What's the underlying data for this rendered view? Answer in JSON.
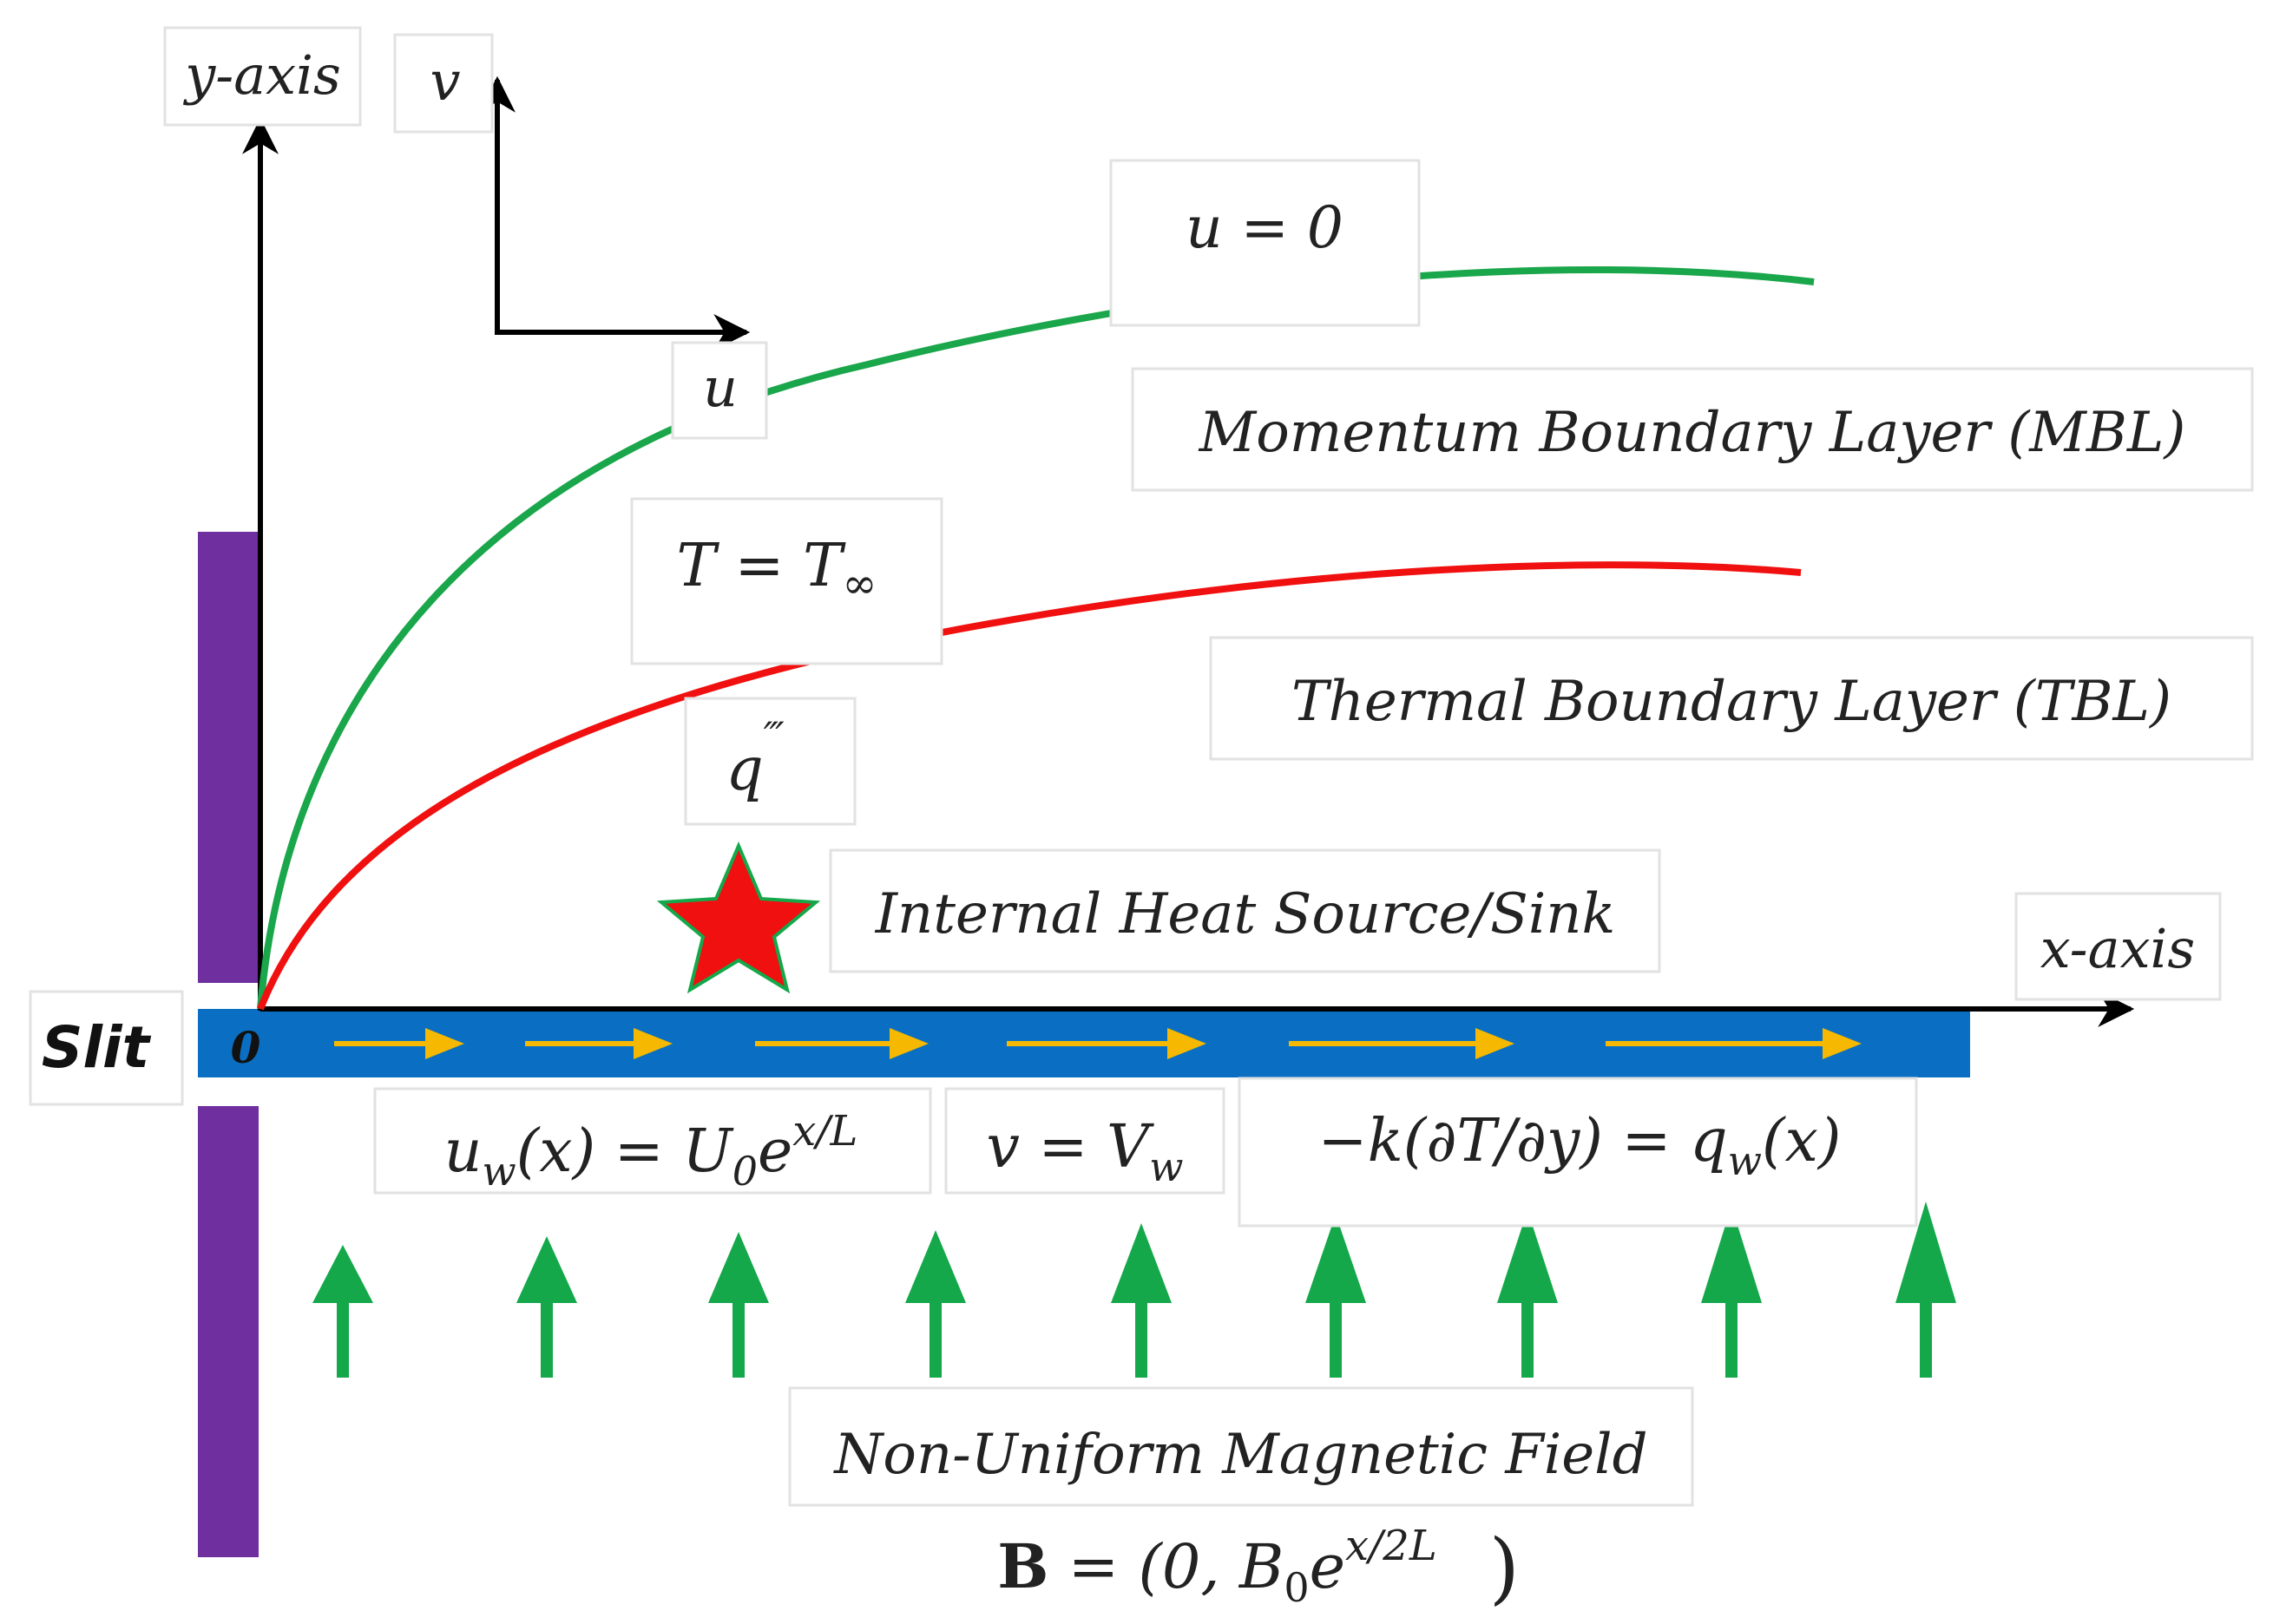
{
  "labels": {
    "y_axis": "y-axis",
    "x_axis": "x-axis",
    "v": "v",
    "u": "u",
    "u_zero": "u = 0",
    "t_inf": "T = T",
    "t_inf_sub": "∞",
    "q": "q",
    "q_prime": "‴",
    "mbl": "Momentum Boundary Layer (MBL)",
    "tbl": "Thermal Boundary Layer (TBL)",
    "heat": "Internal Heat Source/Sink",
    "slit": "Slit",
    "origin": "0",
    "magnetic": "Non-Uniform Magnetic Field"
  },
  "equations": {
    "uw_u": "u",
    "uw_sub": "w",
    "uw_mid": "(x) = U",
    "uw_sub2": "0",
    "uw_e": "e",
    "uw_sup": "x/L",
    "vw_main": "v = V",
    "vw_sub": "w",
    "qw_main": "−k(∂T/∂y) = q",
    "qw_sub": "w",
    "qw_end": "(x)",
    "b_bold": "B",
    "b_main": " = (0, B",
    "b_sub": "0",
    "b_e": "e",
    "b_sup": "x/2L",
    "b_close": ")"
  },
  "colors": {
    "momentum_layer": "#1aa64a",
    "thermal_layer": "#f01010",
    "plate": "#0a6fc2",
    "slit_wall": "#6f2f9f",
    "stretch_arrow": "#f6b800",
    "magnetic_arrow": "#14a84a",
    "star": "#f01010"
  }
}
